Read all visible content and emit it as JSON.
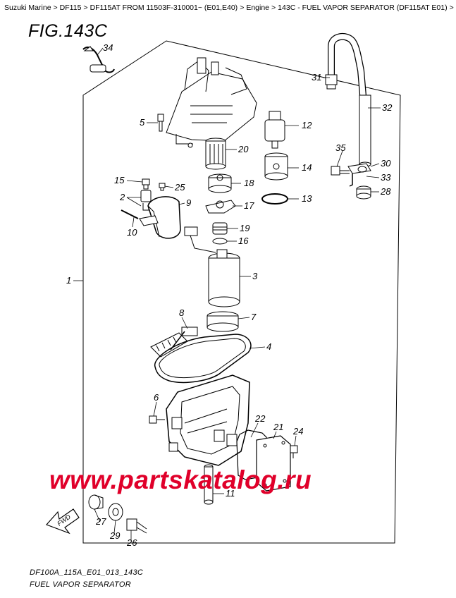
{
  "breadcrumb": {
    "items": [
      "Suzuki Marine",
      "DF115",
      "DF115AT FROM 11503F-310001~ (E01,E40)",
      "Engine",
      "143C - FUEL VAPOR SEPARATOR (DF115AT E01)"
    ],
    "separator": ">",
    "trailing": ">"
  },
  "figure": {
    "title": "FIG.143C",
    "code": "DF100A_115A_E01_013_143C",
    "caption": "FUEL VAPOR SEPARATOR",
    "direction_label": "FWD"
  },
  "watermark": "www.partskatalog.ru",
  "parts": [
    {
      "ref": "34"
    },
    {
      "ref": "31"
    },
    {
      "ref": "32"
    },
    {
      "ref": "5"
    },
    {
      "ref": "12"
    },
    {
      "ref": "20"
    },
    {
      "ref": "35"
    },
    {
      "ref": "30"
    },
    {
      "ref": "14"
    },
    {
      "ref": "15"
    },
    {
      "ref": "25"
    },
    {
      "ref": "18"
    },
    {
      "ref": "33"
    },
    {
      "ref": "2"
    },
    {
      "ref": "9"
    },
    {
      "ref": "28"
    },
    {
      "ref": "13"
    },
    {
      "ref": "17"
    },
    {
      "ref": "10"
    },
    {
      "ref": "19"
    },
    {
      "ref": "16"
    },
    {
      "ref": "1"
    },
    {
      "ref": "3"
    },
    {
      "ref": "8"
    },
    {
      "ref": "7"
    },
    {
      "ref": "4"
    },
    {
      "ref": "6"
    },
    {
      "ref": "22"
    },
    {
      "ref": "21"
    },
    {
      "ref": "24"
    },
    {
      "ref": "11"
    },
    {
      "ref": "27"
    },
    {
      "ref": "29"
    },
    {
      "ref": "26"
    }
  ],
  "colors": {
    "line": "#000000",
    "watermark": "#e0002a",
    "background": "#ffffff"
  }
}
